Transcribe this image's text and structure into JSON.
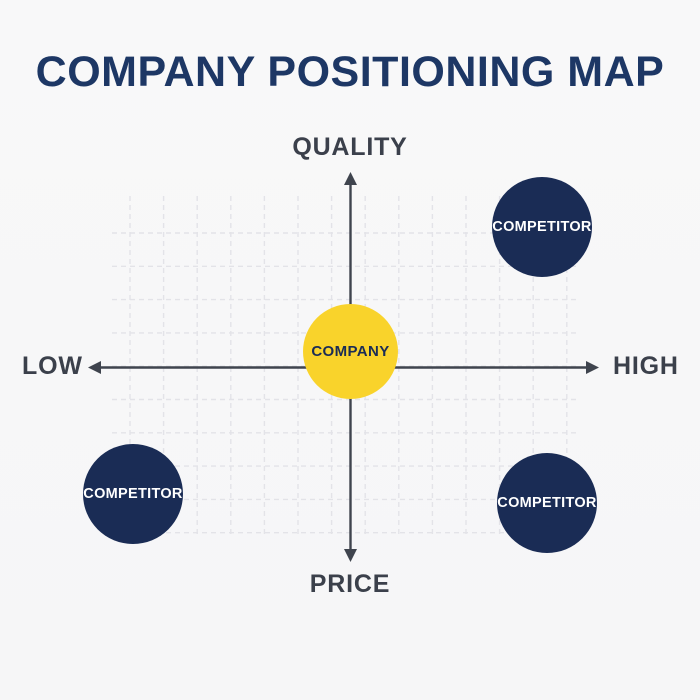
{
  "title": "COMPANY POSITIONING MAP",
  "colors": {
    "background": "#f7f7f8",
    "title_navy": "#1d3765",
    "competitor_navy": "#1a2c55",
    "company_yellow": "#f9d32b",
    "axis_line": "#3f444e",
    "axis_label_gray": "#3b404b",
    "grid_line": "#e3e3e8"
  },
  "chart_data": {
    "type": "scatter",
    "title": "COMPANY POSITIONING MAP",
    "x_axis": {
      "label_left": "LOW",
      "label_right": "HIGH",
      "range": [
        -1,
        1
      ]
    },
    "y_axis": {
      "label_top": "QUALITY",
      "label_bottom": "PRICE",
      "range": [
        -1,
        1
      ]
    },
    "grid": "dashed light-gray square grid",
    "legend": "none",
    "points": [
      {
        "label": "COMPANY",
        "x": 0.0,
        "y": 0.08,
        "color": "#f9d32b",
        "text_color": "#1a2c55"
      },
      {
        "label": "COMPETITOR",
        "x": 0.8,
        "y": 0.74,
        "color": "#1a2c55",
        "text_color": "#ffffff"
      },
      {
        "label": "COMPETITOR",
        "x": -0.85,
        "y": -0.67,
        "color": "#1a2c55",
        "text_color": "#ffffff"
      },
      {
        "label": "COMPETITOR",
        "x": 0.81,
        "y": -0.71,
        "color": "#1a2c55",
        "text_color": "#ffffff"
      }
    ]
  }
}
